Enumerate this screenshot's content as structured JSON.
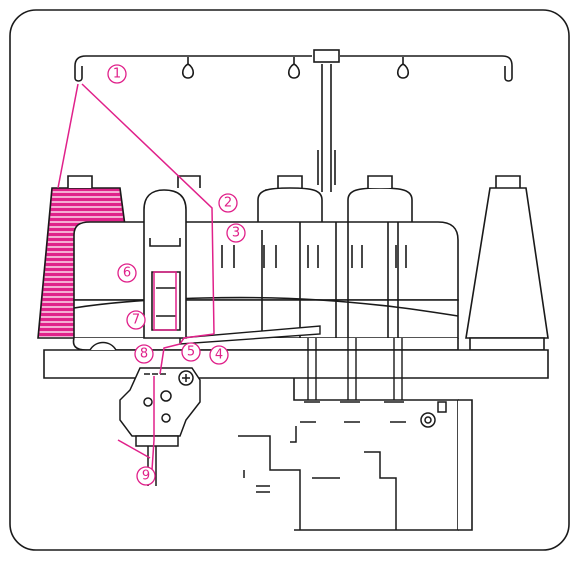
{
  "diagram": {
    "labels": [
      "1",
      "2",
      "3",
      "4",
      "5",
      "6",
      "7",
      "8",
      "9"
    ],
    "colors": {
      "thread": "#e0218a",
      "line": "#1a1a1a",
      "fill": "#ffffff",
      "spool_active": "#e0218a"
    }
  }
}
